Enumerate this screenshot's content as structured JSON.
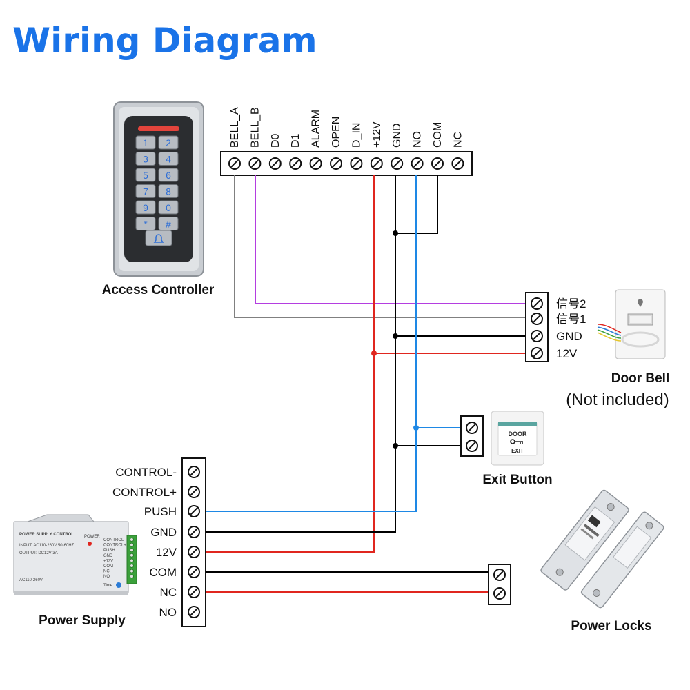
{
  "title": "Wiring Diagram",
  "colors": {
    "title": "#1a73e8",
    "wire_black": "#000000",
    "wire_red": "#e0261f",
    "wire_blue": "#1e88e5",
    "wire_purple": "#b43ee0",
    "wire_gray": "#808080"
  },
  "controller": {
    "label": "Access Controller",
    "terminals": [
      "BELL_A",
      "BELL_B",
      "D0",
      "D1",
      "ALARM",
      "OPEN",
      "D_IN",
      "+12V",
      "GND",
      "NO",
      "COM",
      "NC"
    ],
    "keys": [
      "1",
      "2",
      "3",
      "4",
      "5",
      "6",
      "7",
      "8",
      "9",
      "0",
      "*",
      "#"
    ]
  },
  "doorbell": {
    "label": "Door Bell",
    "note": "(Not included)",
    "terminals": [
      "信号2",
      "信号1",
      "GND",
      "12V"
    ]
  },
  "exit_button": {
    "label": "Exit Button",
    "plate_top": "DOOR",
    "plate_bottom": "EXIT"
  },
  "power_supply": {
    "label": "Power Supply",
    "terminals": [
      "CONTROL-",
      "CONTROL+",
      "PUSH",
      "GND",
      "12V",
      "COM",
      "NC",
      "NO"
    ],
    "box_title": "POWER SUPPLY CONTROL",
    "box_input": "INPUT: AC110-260V 50-60HZ",
    "box_output": "OUTPUT: DC12V  3A",
    "box_ac": "AC110-260V",
    "box_power": "POWER",
    "box_terminals": [
      "CONTROL-",
      "CONTROL+",
      "PUSH",
      "GND",
      "+12V",
      "COM",
      "NC",
      "NO"
    ],
    "box_time": "Time"
  },
  "power_locks": {
    "label": "Power Locks"
  }
}
